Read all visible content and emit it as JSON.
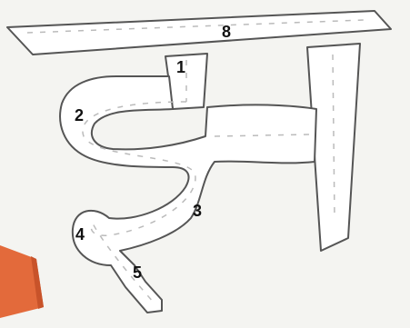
{
  "letter_outline": {
    "name": "devanagari-letter-ya-outline",
    "stroke_color": "#555555",
    "fill_color": "#ffffff",
    "paper_color": "#f4f4f1"
  },
  "accent": {
    "name": "orange-crayon-fragment",
    "color": "#e36a3b"
  },
  "stroke_order_numbers": {
    "n1": "1",
    "n2": "2",
    "n3": "3",
    "n4": "4",
    "n5": "5",
    "n8": "8"
  }
}
